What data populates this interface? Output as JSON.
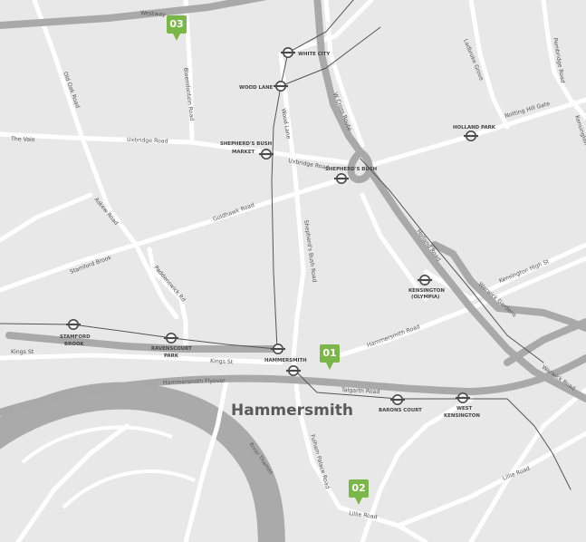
{
  "map": {
    "area_label": "Hammersmith",
    "colors": {
      "land": "#e8e8e8",
      "road": "#ffffff",
      "major_road": "#a9a9a9",
      "river": "#aaaaaa",
      "rail": "#555555",
      "marker": "#7ab648",
      "text": "#555555"
    },
    "roads": {
      "westway": "Westway",
      "old_oak_road": "Old Oak Road",
      "bloemfontein_road": "Bloemfontein Road",
      "the_vale": "The Vale",
      "uxbridge_road_west": "Uxbridge Road",
      "uxbridge_road_east": "Uxbridge Road",
      "wood_lane": "Wood Lane",
      "w_cross_route": "W Cross Route",
      "ladbroke_grove": "Ladbroke Grove",
      "pembridge_road": "Pembridge Road",
      "notting_hill_gate": "Notting Hill Gate",
      "kensington_church": "Kensington C",
      "askew_road": "Askew Road",
      "goldhawk_road": "Goldhawk Road",
      "stamford_brook": "Stamford Brook",
      "paddenswick_rd": "Paddenswick Rd",
      "shepherds_bush_road": "Shepherd's Bush Road",
      "holland_road": "Holland Road",
      "kensington_high_st": "Kensington High St",
      "warwick_gardens": "Warwick Gardens",
      "hammersmith_road": "Hammersmith Road",
      "kings_st_west": "Kings St",
      "kings_st_east": "Kings St",
      "hammersmith_flyover": "Hammersmith Flyover",
      "talgarth_road": "Talgarth Road",
      "warwick_road": "Warwick Road",
      "fulham_palace_road": "Fulham Palace Road",
      "lillie_road_east": "Lillie Road",
      "lillie_road_west": "Lillie Road"
    },
    "river_label": "River Thames",
    "stations": {
      "white_city": "WHITE CITY",
      "wood_lane": "WOOD LANE",
      "holland_park": "HOLLAND PARK",
      "shepherds_bush_market_1": "SHEPHERD'S BUSH",
      "shepherds_bush_market_2": "MARKET",
      "shepherds_bush": "SHEPHERD'S BUSH",
      "kensington_olympia_1": "KENSINGTON",
      "kensington_olympia_2": "(OLYMPIA)",
      "stamford_brook_1": "STAMFORD",
      "stamford_brook_2": "BROOK",
      "ravenscourt_park_1": "RAVENSCOURT",
      "ravenscourt_park_2": "PARK",
      "hammersmith": "HAMMERSMITH",
      "barons_court": "BARONS COURT",
      "west_kensington_1": "WEST",
      "west_kensington_2": "KENSINGTON"
    },
    "markers": {
      "m01": "01",
      "m02": "02",
      "m03": "03"
    }
  }
}
